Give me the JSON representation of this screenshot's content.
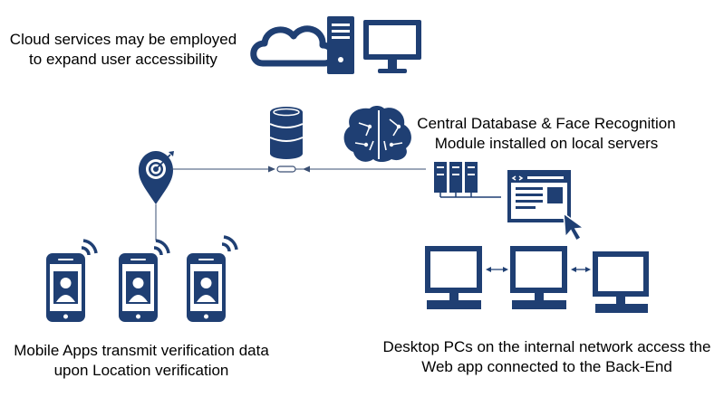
{
  "captions": {
    "cloud": {
      "line1": "Cloud services may be employed",
      "line2": "to expand user accessibility"
    },
    "database": {
      "line1": "Central Database & Face Recognition",
      "line2": "Module installed on local servers"
    },
    "mobile": {
      "line1": "Mobile Apps transmit verification data",
      "line2": "upon Location verification"
    },
    "desktop": {
      "line1": "Desktop PCs on the internal network access the",
      "line2": "Web app connected to the Back-End"
    }
  },
  "colors": {
    "icon": "#1f3f73",
    "connector": "#3a4f73",
    "background": "#ffffff",
    "text": "#000000"
  }
}
